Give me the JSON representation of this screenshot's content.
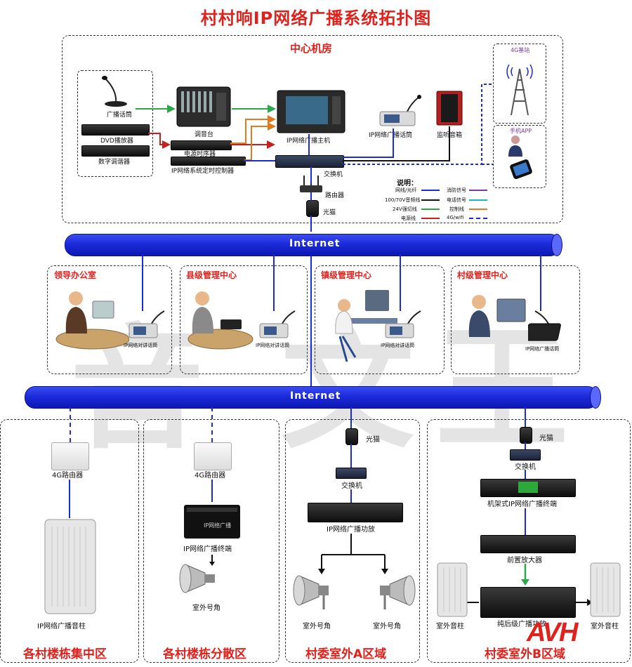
{
  "title": "村村响IP网络广播系统拓扑图",
  "center_room": {
    "title": "中心机房",
    "devices": {
      "mic": "广播话筒",
      "dvd": "DVD播放器",
      "tuner": "数字调谐器",
      "mixer": "调音台",
      "sequencer": "电源时序器",
      "timer": "IP网络系统定时控制器",
      "host": "IP网络广播主机",
      "ip_mic": "IP网络广播话筒",
      "monitor": "监听音箱",
      "switch": "交换机",
      "router": "路由器",
      "modem": "光猫",
      "base_station": "4G基站",
      "phone_app": "手机APP"
    },
    "legend": {
      "title": "说明：",
      "items": [
        "网线/光纤",
        "消防信号",
        "100/70V音频线",
        "电话信号",
        "24V强切线",
        "控制线",
        "电源线",
        "4G/wifi"
      ]
    }
  },
  "internet_label": "Internet",
  "offices": [
    {
      "title": "领导办公室",
      "device": "IP网络对讲话筒"
    },
    {
      "title": "县级管理中心",
      "device": "IP网络对讲话筒"
    },
    {
      "title": "镇级管理中心",
      "device": "IP网络对讲话筒"
    },
    {
      "title": "村级管理中心",
      "device": "IP网络广播话筒"
    }
  ],
  "zones": [
    {
      "title": "各村楼栋集中区",
      "devices": [
        "4G路由器",
        "IP网络广播音柱"
      ]
    },
    {
      "title": "各村楼栋分散区",
      "devices": [
        "4G路由器",
        "IP网络广播终端",
        "室外号角"
      ]
    },
    {
      "title": "村委室外A区域",
      "devices": [
        "光猫",
        "交换机",
        "IP网络广播功放",
        "室外号角",
        "室外号角"
      ]
    },
    {
      "title": "村委室外B区域",
      "devices": [
        "光猫",
        "交换机",
        "机架式IP网络广播终端",
        "前置放大器",
        "纯后级广播功放",
        "室外音柱",
        "室外音柱"
      ]
    }
  ],
  "logo": "AVH",
  "colors": {
    "title": "#e0211c",
    "internet": "#1b2bdc",
    "green": "#2aa84a",
    "orange": "#e07a1f",
    "red": "#c81e1e"
  }
}
